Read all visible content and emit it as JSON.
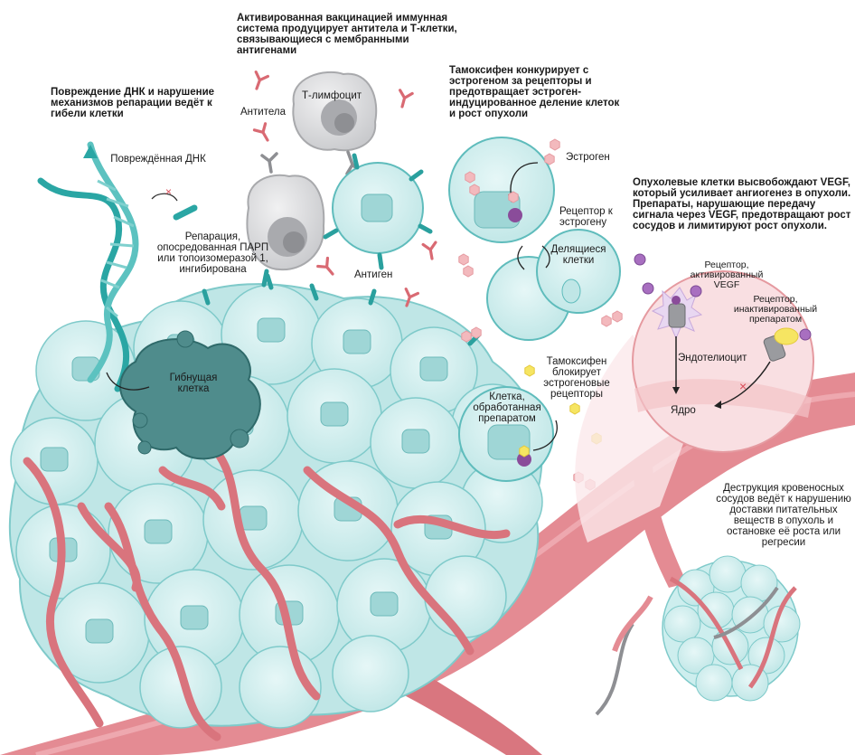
{
  "colors": {
    "cell_fill": "#cdeeee",
    "cell_stroke": "#5fbcbc",
    "teal_dark": "#1f9e9c",
    "vessel": "#e48b93",
    "vessel_dark": "#c65f6a",
    "dying_cell": "#4c8a8a",
    "lymphocyte": "#d6d7d9",
    "estrogen": "#f3b9bd",
    "tamoxifen": "#f6e562",
    "receptor_purple": "#8a4c9a",
    "inset_bg": "#f9dfe2"
  },
  "labels": {
    "dna_heading": "Повреждение ДНК и нарушение механизмов репарации ведёт к гибели клетки",
    "damaged_dna": "Повреждённая ДНК",
    "parp": "Репарация, опосредованная ПАРП или топоизомеразой 1, ингибирована",
    "dying_cell": "Гибнущая клетка",
    "immune_heading": "Активированная вакцинацией иммунная система продуцирует антитела и Т-клетки, связывающиеся с мембранными антигенами",
    "t_cell": "Т-лимфоцит",
    "antibodies": "Антитела",
    "antigen": "Антиген",
    "tamoxifen_heading": "Тамоксифен конкурирует с эстрогеном за рецепторы и предотвращает эстроген-индуцированное деление клеток и рост опухоли",
    "estrogen": "Эстроген",
    "estrogen_receptor": "Рецептор к эстрогену",
    "dividing_cells": "Делящиеся клетки",
    "tamoxifen_blocks": "Тамоксифен блокирует эстрогеновые рецепторы",
    "treated_cell": "Клетка, обработанная препаратом",
    "vegf_heading": "Опухолевые клетки высвобождают VEGF, который усиливает ангиогенез в опухоли. Препараты, нарушающие передачу сигнала через VEGF, предотвращают рост сосудов и лимитируют рост опухоли.",
    "vegf_receptor_active": "Рецептор, активированный VEGF",
    "receptor_inactivated": "Рецептор, инактивированный препаратом",
    "endothelial": "Эндотелиоцит",
    "nucleus": "Ядро",
    "vessel_destruction": "Деструкция кровеносных сосудов ведёт к нарушению доставки питательных веществ в опухоль и остановке её роста или регресии"
  }
}
